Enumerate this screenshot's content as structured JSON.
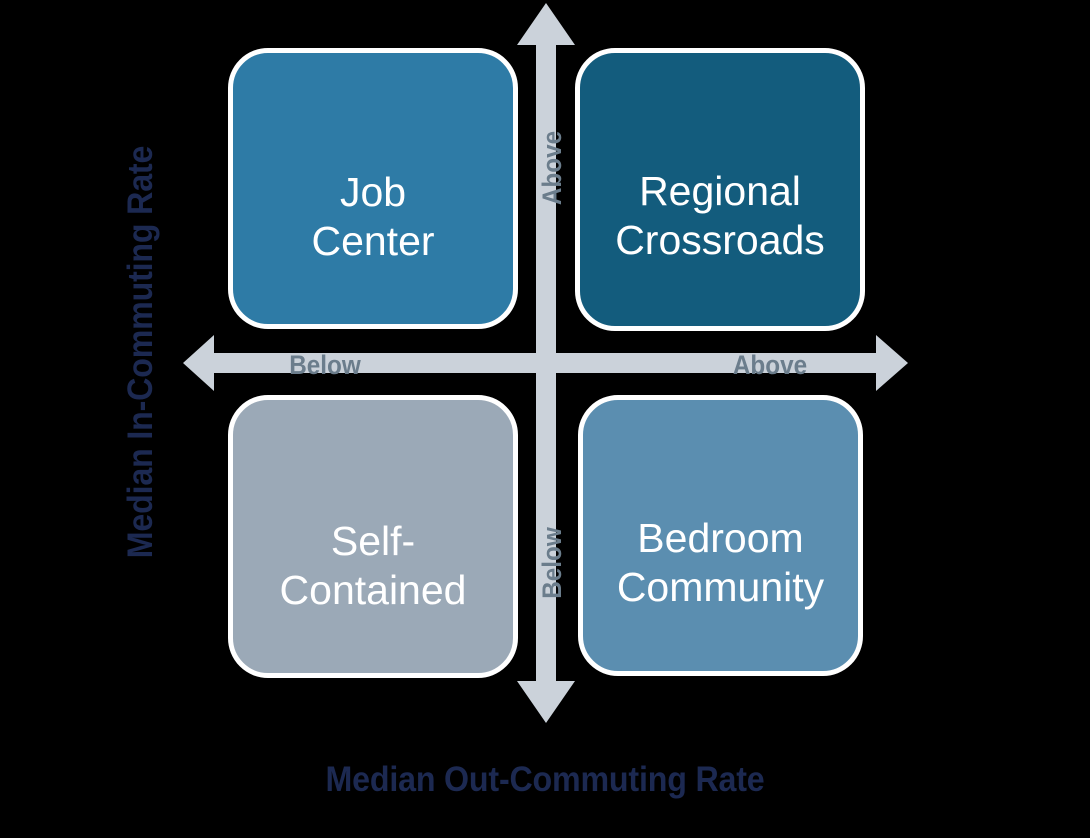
{
  "figure": {
    "type": "2x2-quadrant-matrix",
    "background_color": "#000000"
  },
  "axes": {
    "y": {
      "title": "Median In-Commuting Rate",
      "title_color": "#1C2951",
      "positive_label": "Above",
      "negative_label": "Below"
    },
    "x": {
      "title": "Median Out-Commuting Rate",
      "title_color": "#1C2951",
      "positive_label": "Above",
      "negative_label": "Below"
    },
    "arrow_color": "#CBD2DA",
    "direction_label_color": "#6B7D8C"
  },
  "quadrants": [
    {
      "id": "job-center",
      "label": "Job\nCenter",
      "fill": "#2E7BA6",
      "border": "#FFFFFF",
      "text_color": "#FFFFFF",
      "x_position": "Below",
      "y_position": "Above"
    },
    {
      "id": "regional-crossroads",
      "label": "Regional\nCrossroads",
      "fill": "#135C7D",
      "border": "#FFFFFF",
      "text_color": "#FFFFFF",
      "x_position": "Above",
      "y_position": "Above"
    },
    {
      "id": "self-contained",
      "label": "Self-\nContained",
      "fill": "#9BA9B7",
      "border": "#FFFFFF",
      "text_color": "#FFFFFF",
      "x_position": "Below",
      "y_position": "Below"
    },
    {
      "id": "bedroom-community",
      "label": "Bedroom\nCommunity",
      "fill": "#5B8EB0",
      "border": "#FFFFFF",
      "text_color": "#FFFFFF",
      "x_position": "Above",
      "y_position": "Below"
    }
  ]
}
